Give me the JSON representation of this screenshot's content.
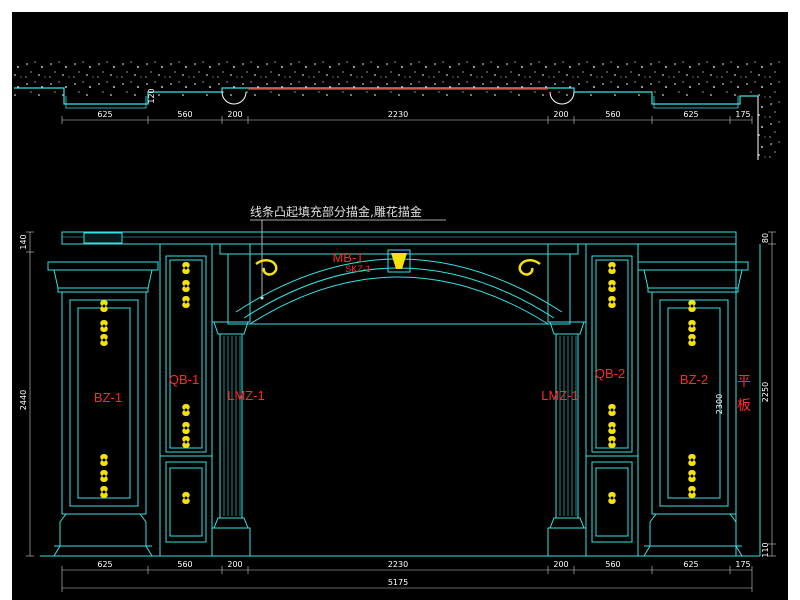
{
  "colors": {
    "background": "#000000",
    "line": "#36e2e2",
    "ornament": "#f2e20f",
    "label": "#ff2a2a",
    "dimension": "#ffffff",
    "note": "#e0e0e0"
  },
  "plan": {
    "dims": [
      "625",
      "560",
      "200",
      "2230",
      "200",
      "560",
      "625",
      "175"
    ],
    "side_dim": "120"
  },
  "elevation": {
    "note": "线条凸起填充部分描金,雕花描金",
    "labels": {
      "mb": "MB-1",
      "mb_sub": "SKZ-1",
      "bz_left": "BZ-1",
      "qb_left": "QB-1",
      "lmz_left": "LMZ-1",
      "lmz_right": "LMZ-1",
      "qb_right": "QB-2",
      "bz_right": "BZ-2",
      "flat_1": "平",
      "flat_2": "板"
    },
    "bottom_dims": [
      "625",
      "560",
      "200",
      "2230",
      "200",
      "560",
      "625",
      "175"
    ],
    "total": "5175",
    "left_dims": [
      "140",
      "2440"
    ],
    "right_dims": [
      "80",
      "2250",
      "110"
    ],
    "inner_dim": "2300"
  }
}
